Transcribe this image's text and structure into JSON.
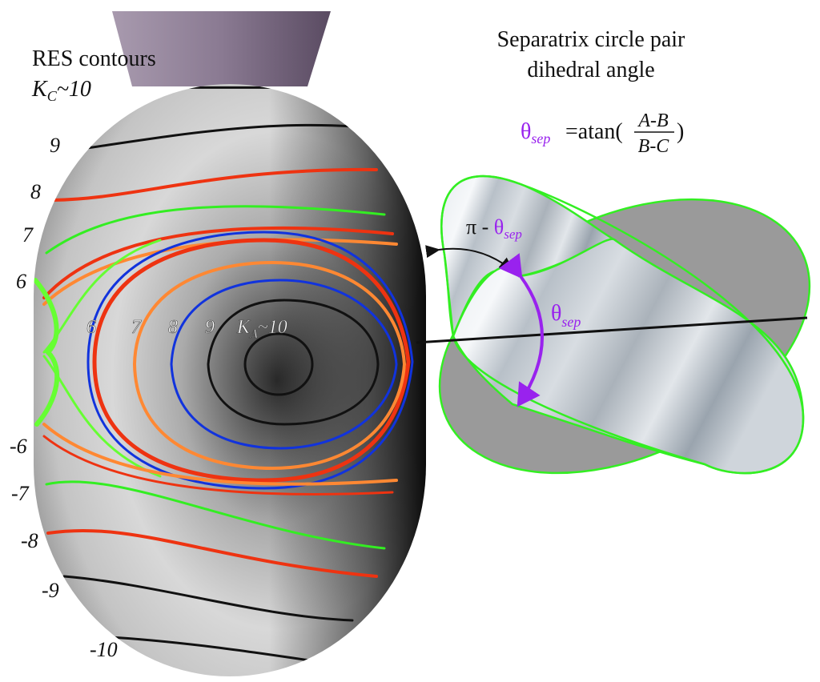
{
  "left_panel": {
    "title_line1": "RES contours",
    "kc_symbol": "K",
    "kc_sub": "C",
    "kc_value": "~10",
    "ka_symbol": "K",
    "ka_sub": "A",
    "ka_value": "~10",
    "left_labels_positive": [
      "9",
      "8",
      "7",
      "6"
    ],
    "left_labels_negative": [
      "-6",
      "-7",
      "-8",
      "-9",
      "-10"
    ],
    "inner_labels": [
      "6",
      "7",
      "8",
      "9"
    ],
    "contour_colors": {
      "level6": "#ee3311",
      "level7": "#ff8833",
      "level8": "#33ee22",
      "level9": "#1133dd",
      "level10": "#111111",
      "separatrix": "#66ff33"
    }
  },
  "right_panel": {
    "title_line1": "Separatrix circle pair",
    "title_line2": "dihedral angle",
    "formula": {
      "theta": "θ",
      "theta_sub": "sep",
      "equals_atan": "=atan(",
      "numerator": "A-B",
      "denominator": "B-C",
      "close": " )"
    },
    "angle_label_pi": "π - ",
    "angle_label_theta": "θ",
    "angle_label_sub": "sep",
    "arc_label_theta": "θ",
    "arc_label_sub": "sep",
    "accent_color": "#9922ee",
    "outline_color": "#33ee22"
  }
}
